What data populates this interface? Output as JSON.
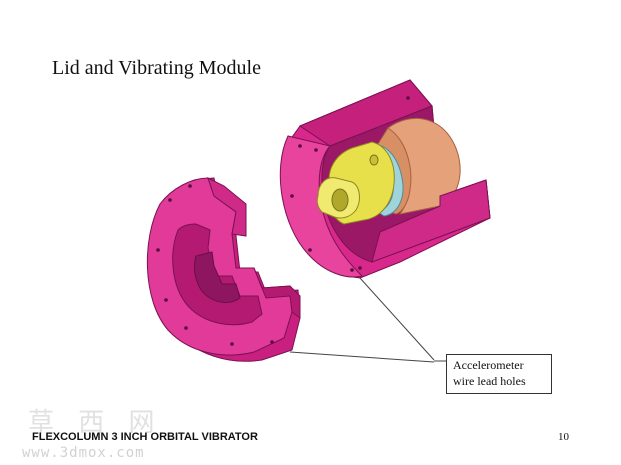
{
  "slide": {
    "title": "Lid and Vibrating Module",
    "callout": {
      "line1": "Accelerometer",
      "line2": "wire lead holes"
    },
    "footer": {
      "left": "FLEXCOLUMN 3 INCH ORBITAL VIBRATOR",
      "page_number": "10"
    },
    "watermark": {
      "glyphs": "草 西 网",
      "url": "www.3dmox.com"
    }
  },
  "colors": {
    "magenta": "#d8288c",
    "magenta_dark": "#8e1660",
    "magenta_light": "#ee5fb2",
    "yellow": "#e8e04a",
    "yellow_dark": "#b0a82a",
    "orange": "#e5a27a",
    "orange_dark": "#b8774f",
    "cyan_ring": "#9fd4dc",
    "line": "#444444"
  },
  "icons": {
    "figure": "cad-exploded-view-illustration"
  }
}
